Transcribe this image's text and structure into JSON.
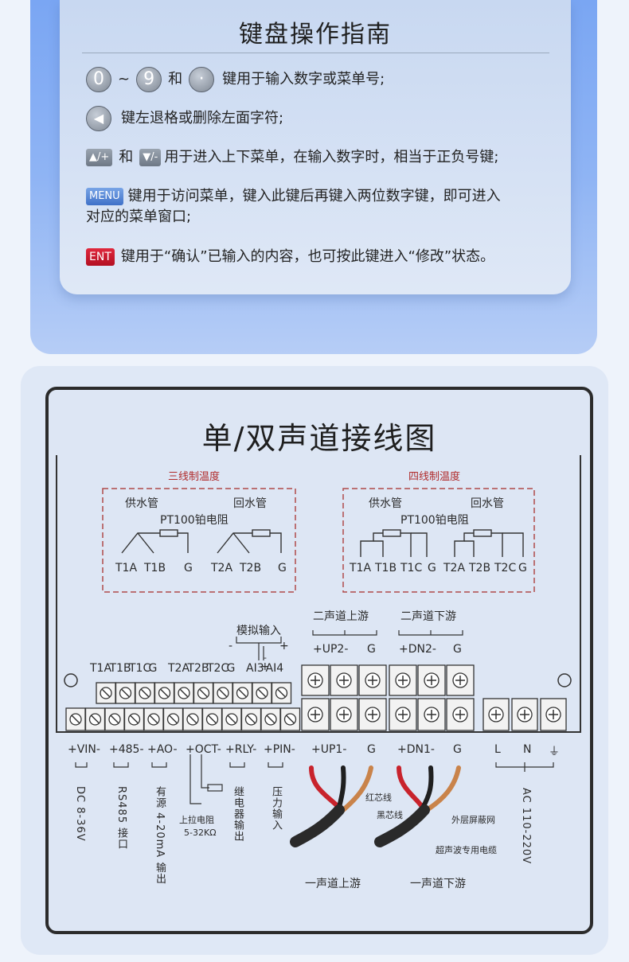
{
  "guide": {
    "title": "键盘操作指南",
    "row1": {
      "key0": "0",
      "tilde": "~",
      "key9": "9",
      "and": "和",
      "dot": "·",
      "text": "键用于输入数字或菜单号;"
    },
    "row2": {
      "key": "◀",
      "text": "键左退格或删除左面字符;"
    },
    "row3": {
      "up_key": "▲/+",
      "and": "和",
      "down_key": "▼/-",
      "text": "用于进入上下菜单，在输入数字时，相当于正负号键;"
    },
    "row4": {
      "key": "MENU",
      "text1": "键用于访问菜单，键入此键后再键入两位数字键，即可进入",
      "text2": "对应的菜单窗口;"
    },
    "row5": {
      "key": "ENT",
      "text": "键用于“确认”已输入的内容，也可按此键进入“修改”状态。"
    }
  },
  "diagram": {
    "title": "单/双声道接线图",
    "three_wire": {
      "title": "三线制温度",
      "supply": "供水管",
      "return": "回水管",
      "pt100": "PT100铂电阻",
      "terminals": [
        "T1A",
        "T1B",
        "G",
        "T2A",
        "T2B",
        "G"
      ]
    },
    "four_wire": {
      "title": "四线制温度",
      "supply": "供水管",
      "return": "回水管",
      "pt100": "PT100铂电阻",
      "terminals": [
        "T1A",
        "T1B",
        "T1C",
        "G",
        "T2A",
        "T2B",
        "T2C",
        "G"
      ]
    },
    "upper_labels": [
      "T1A",
      "T1B",
      "T1C",
      "G",
      "T2A",
      "T2B",
      "T2C",
      "G",
      "AI3",
      "AI4"
    ],
    "analog_in": "模拟输入",
    "analog_signs": [
      "-",
      "+",
      "-",
      "+"
    ],
    "ch2_up": "二声道上游",
    "ch2_down": "二声道下游",
    "up2": "+UP2-",
    "dn2": "+DN2-",
    "g": "G",
    "lower_labels": [
      "+VIN-",
      "+485-",
      "+AO-",
      "+OCT-",
      "+RLY-",
      "+PIN-",
      "+UP1-",
      "G",
      "+DN1-",
      "G",
      "L",
      "N",
      "⏚"
    ],
    "vertical": [
      "DC 8-36V",
      "RS485 接口",
      "有源 4-20mA 输出",
      "继电器输出",
      "压力输入",
      "AC 110-220V"
    ],
    "pullup": "上拉电阻",
    "pullup_range": "5-32KΩ",
    "red_wire": "红芯线",
    "black_wire": "黑芯线",
    "shield": "外层屏蔽网",
    "cable": "超声波专用电缆",
    "ch1_up": "一声道上游",
    "ch1_down": "一声道下游"
  }
}
